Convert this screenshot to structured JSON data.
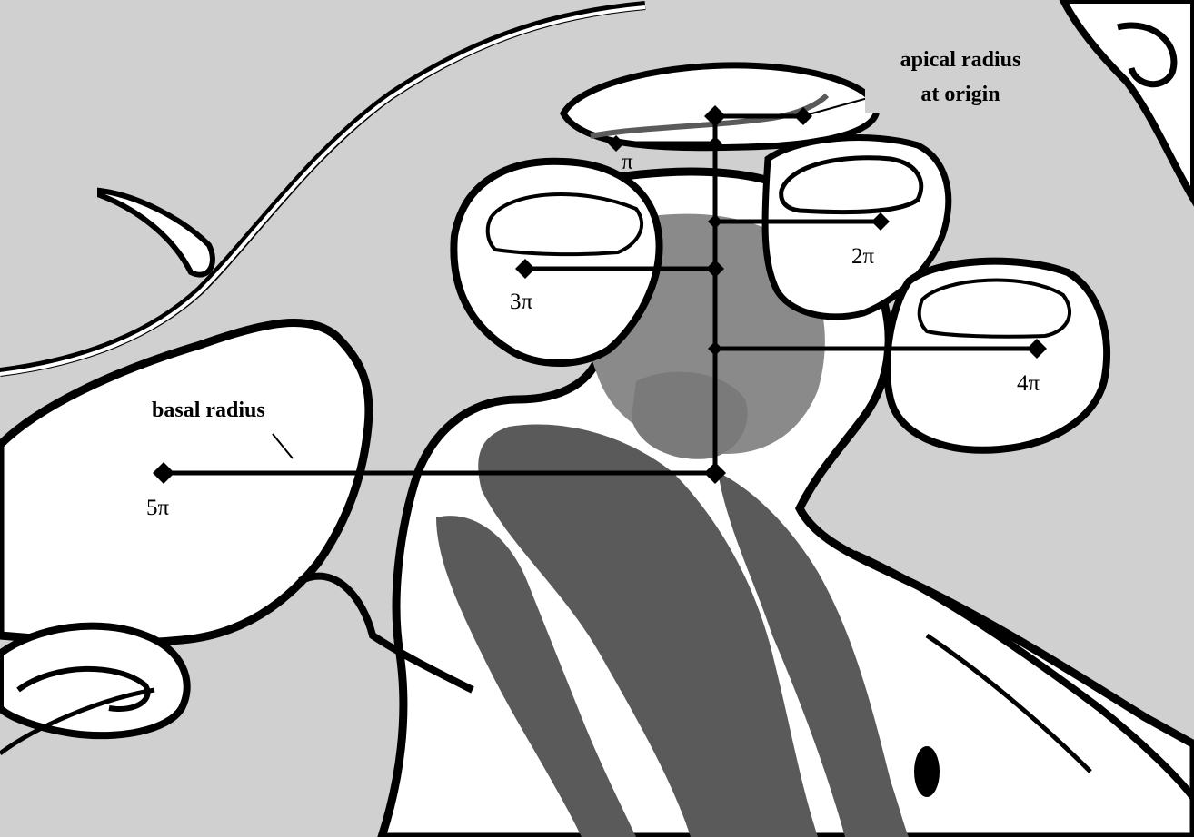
{
  "figure": {
    "annotations": {
      "apical_line1": "apical radius",
      "apical_line2": "at origin",
      "basal": "basal radius"
    },
    "turn_labels": {
      "pi": "π",
      "two_pi": "2π",
      "three_pi": "3π",
      "four_pi": "4π",
      "five_pi": "5π"
    },
    "colors": {
      "background": "#d0d0d0",
      "tissue_white": "#ffffff",
      "tissue_dark": "#5a5a5a",
      "tissue_mid": "#8a8a8a",
      "outline": "#000000",
      "measure_line": "#000000"
    }
  }
}
